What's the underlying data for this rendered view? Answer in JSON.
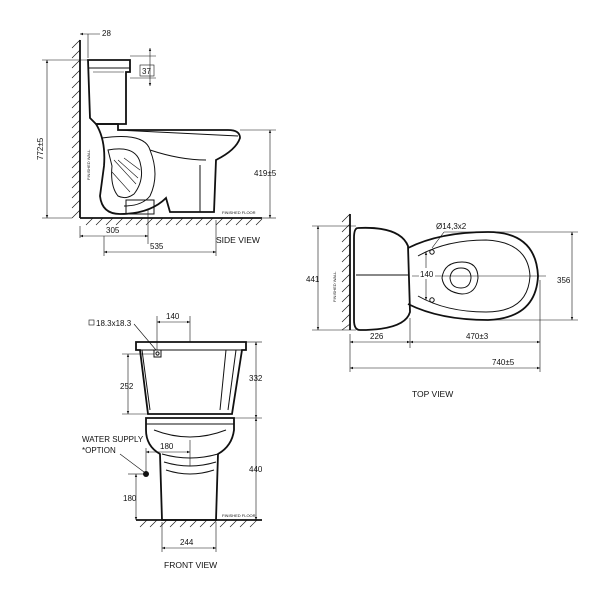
{
  "side_view": {
    "title": "SIDE VIEW",
    "dims": {
      "top_offset": "28",
      "tank_gap": "37",
      "height": "772±5",
      "rim_height": "419±5",
      "rough_in": "305",
      "depth": "535"
    },
    "wall_label": "FINISHED WALL",
    "floor_label": "FINISHED FLOOR"
  },
  "top_view": {
    "title": "TOP VIEW",
    "dims": {
      "holes": "Ø14,3x2",
      "width": "441",
      "bolt_spacing": "140",
      "bowl_width": "356",
      "wall_to_center": "226",
      "bowl_length": "470±3",
      "length": "740±5"
    },
    "wall_label": "FINISHED WALL"
  },
  "front_view": {
    "title": "FRONT VIEW",
    "dims": {
      "lever_hole": "18.3x18.3",
      "lever_offset": "140",
      "lever_height": "252",
      "tank_height": "332",
      "supply_offset": "180",
      "supply_height": "180",
      "bowl_height": "440",
      "base_width": "244"
    },
    "water_supply_label": "WATER SUPPLY",
    "option_label": "*OPTION",
    "floor_label": "FINISHED FLOOR"
  },
  "colors": {
    "ink": "#111111",
    "paper": "#ffffff"
  }
}
